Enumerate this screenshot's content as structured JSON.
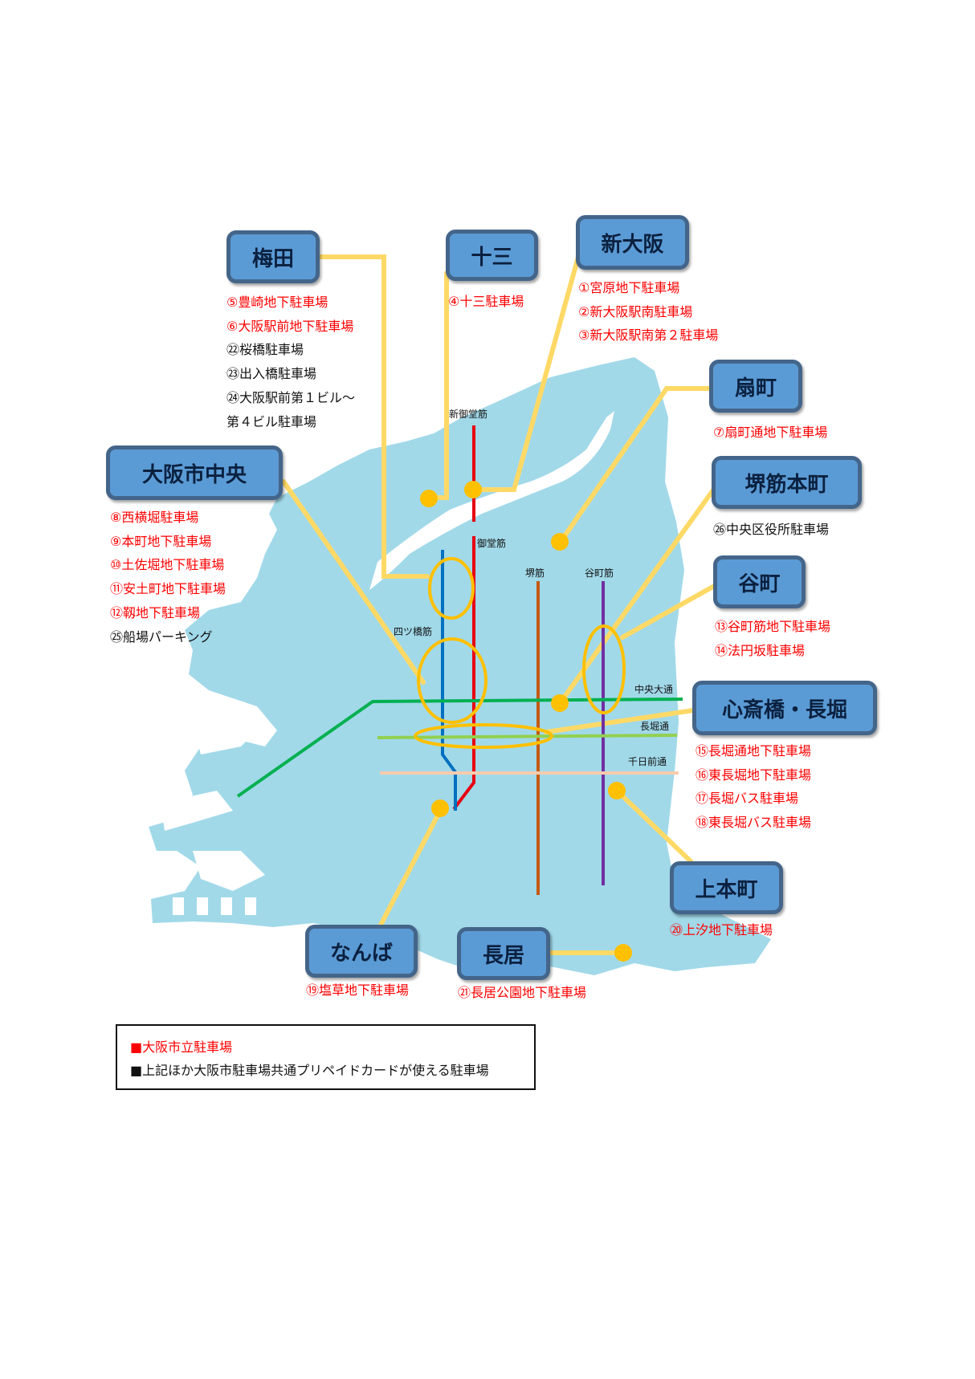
{
  "areas": {
    "umeda": "梅田",
    "juso": "十三",
    "shinosaka": "新大阪",
    "ogimachi": "扇町",
    "sakaisuji_honmachi": "堺筋本町",
    "osaka_chuo": "大阪市中央",
    "tanimachi": "谷町",
    "shinsaibashi_nagahori": "心斎橋・長堀",
    "uehommachi": "上本町",
    "namba": "なんば",
    "nagai": "長居"
  },
  "parking": {
    "umeda": [
      {
        "text": "⑤豊崎地下駐車場",
        "color": "#ff0000"
      },
      {
        "text": "⑥大阪駅前地下駐車場",
        "color": "#ff0000"
      },
      {
        "text": "㉒桜橋駐車場",
        "color": "#111111"
      },
      {
        "text": "㉓出入橋駐車場",
        "color": "#111111"
      },
      {
        "text": "㉔大阪駅前第１ビル～",
        "color": "#111111"
      },
      {
        "text": "第４ビル駐車場",
        "color": "#111111"
      }
    ],
    "juso": [
      {
        "text": "④十三駐車場",
        "color": "#ff0000"
      }
    ],
    "shinosaka": [
      {
        "text": "①宮原地下駐車場",
        "color": "#ff0000"
      },
      {
        "text": "②新大阪駅南駐車場",
        "color": "#ff0000"
      },
      {
        "text": "③新大阪駅南第２駐車場",
        "color": "#ff0000"
      }
    ],
    "ogimachi": [
      {
        "text": "⑦扇町通地下駐車場",
        "color": "#ff0000"
      }
    ],
    "sakaisuji_honmachi": [
      {
        "text": "㉖中央区役所駐車場",
        "color": "#111111"
      }
    ],
    "osaka_chuo": [
      {
        "text": "⑧西横堀駐車場",
        "color": "#ff0000"
      },
      {
        "text": "⑨本町地下駐車場",
        "color": "#ff0000"
      },
      {
        "text": "⑩土佐堀地下駐車場",
        "color": "#ff0000"
      },
      {
        "text": "⑪安土町地下駐車場",
        "color": "#ff0000"
      },
      {
        "text": "⑫靱地下駐車場",
        "color": "#ff0000"
      },
      {
        "text": "㉕船場パーキング",
        "color": "#111111"
      }
    ],
    "tanimachi": [
      {
        "text": "⑬谷町筋地下駐車場",
        "color": "#ff0000"
      },
      {
        "text": "⑭法円坂駐車場",
        "color": "#ff0000"
      }
    ],
    "shinsaibashi_nagahori": [
      {
        "text": "⑮長堀通地下駐車場",
        "color": "#ff0000"
      },
      {
        "text": "⑯東長堀地下駐車場",
        "color": "#ff0000"
      },
      {
        "text": "⑰長堀バス駐車場",
        "color": "#ff0000"
      },
      {
        "text": "⑱東長堀バス駐車場",
        "color": "#ff0000"
      }
    ],
    "uehommachi": [
      {
        "text": "⑳上汐地下駐車場",
        "color": "#ff0000"
      }
    ],
    "namba": [
      {
        "text": "⑲塩草地下駐車場",
        "color": "#ff0000"
      }
    ],
    "nagai": [
      {
        "text": "㉑長居公園地下駐車場",
        "color": "#ff0000"
      }
    ]
  },
  "streets": {
    "shin_midosuji": "新御堂筋",
    "midosuji": "御堂筋",
    "sakaisuji": "堺筋",
    "tanimachisuji": "谷町筋",
    "yotsubashisuji": "四ツ橋筋",
    "chuo_odori": "中央大通",
    "nagahori_dori": "長堀通",
    "sennichimae_dori": "千日前通"
  },
  "legend": {
    "city_parking": "■大阪市立駐車場",
    "prepaid_parking": "■上記ほか大阪市駐車場共通プリペイドカードが使える駐車場"
  },
  "colors": {
    "land": "#a1d9e9",
    "box_fill": "#5b9bd5",
    "box_border": "#44658a",
    "leader": "#ffd966",
    "marker": "#ffc000",
    "shin_midosuji": "#e60012",
    "midosuji": "#e60012",
    "yotsubashisuji": "#0070c0",
    "sakaisuji": "#c55a11",
    "tanimachisuji": "#7030a0",
    "chuo_odori": "#00b050",
    "nagahori_dori": "#92d050",
    "sennichimae_dori": "#f8cbad",
    "red_text": "#ff0000"
  }
}
